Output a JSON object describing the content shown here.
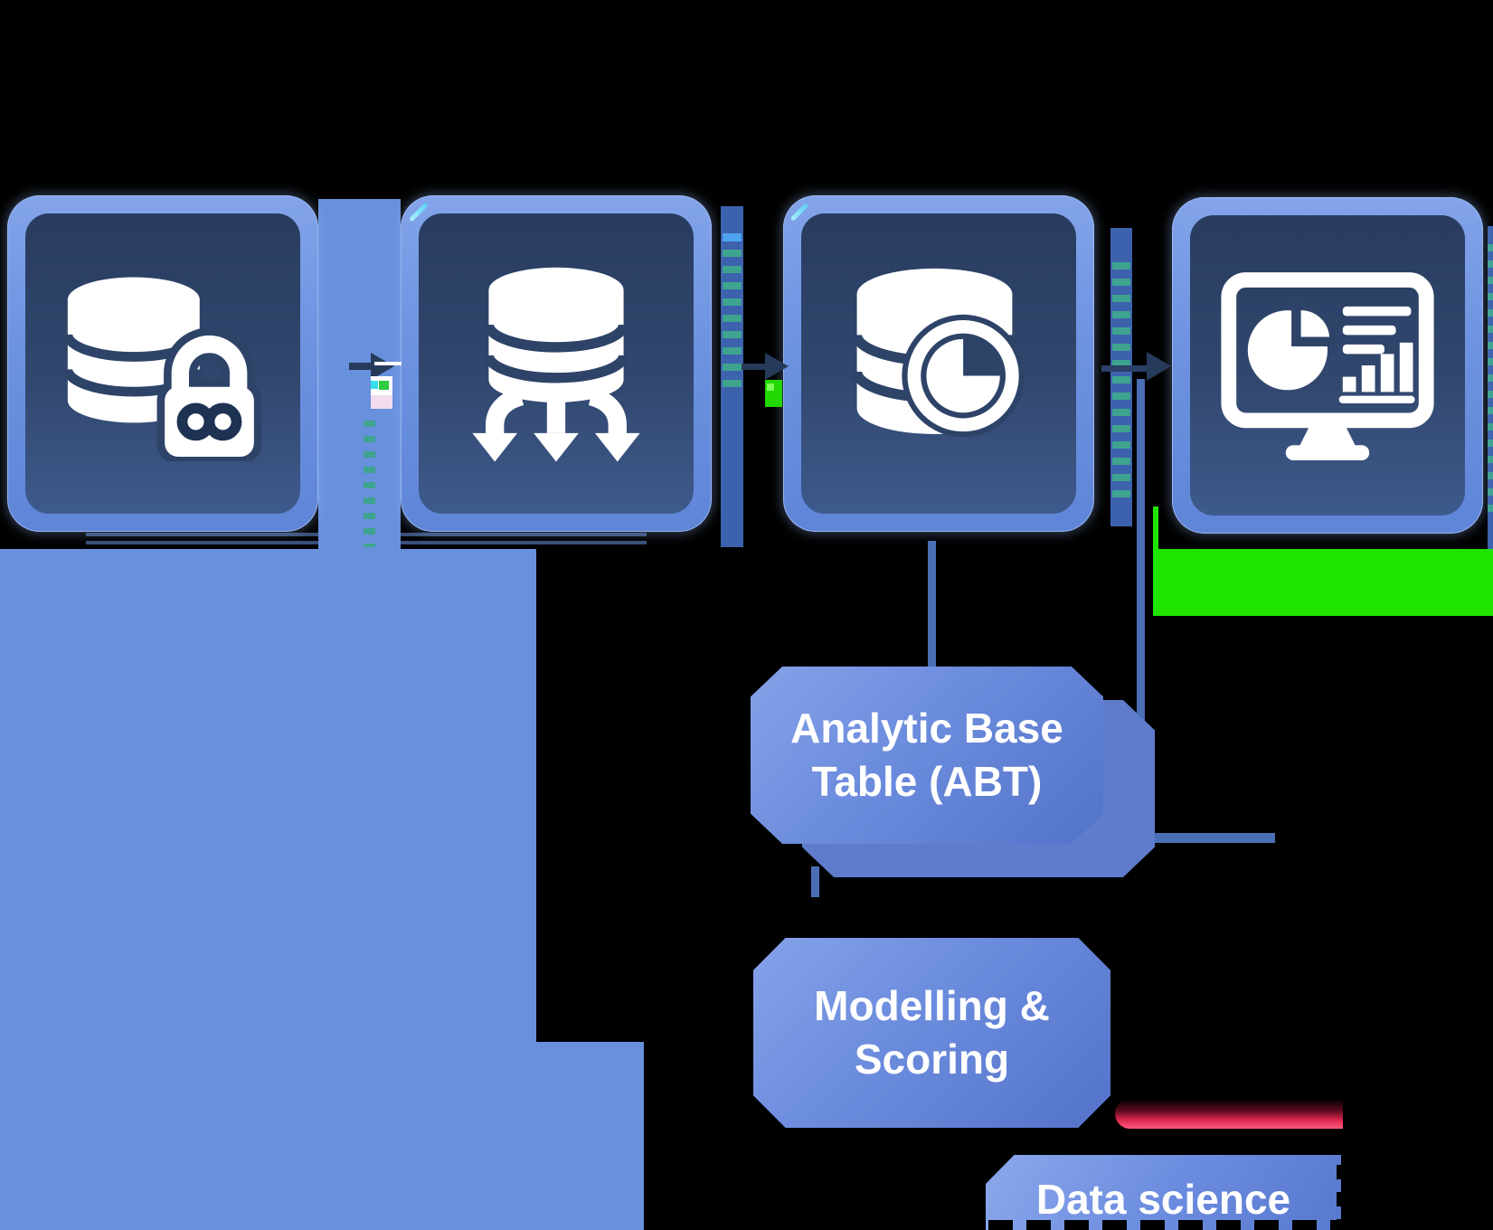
{
  "diagram": {
    "stages": [
      {
        "id": "secure-data-sources",
        "icon": "database-lock-icon"
      },
      {
        "id": "data-distribution",
        "icon": "database-split-arrows-icon"
      },
      {
        "id": "analytic-data-store",
        "icon": "database-pie-chart-icon"
      },
      {
        "id": "reporting-dashboard",
        "icon": "dashboard-monitor-icon"
      }
    ],
    "boxes": {
      "abt_line1": "Analytic Base",
      "abt_line2": "Table (ABT)",
      "modelling_line1": "Modelling &",
      "modelling_line2": "Scoring",
      "data_science": "Data science"
    },
    "colors": {
      "background": "#000000",
      "mass_blue": "#6890DD",
      "square_border": "#6D92E0",
      "square_panel_top": "#283C5F",
      "square_panel_bottom": "#3E5A8C",
      "label_gradient_start": "#85A2E9",
      "label_gradient_end": "#5373C9",
      "label_shadow": "#5E7CCB",
      "connector": "#4A6FB5",
      "flow_arrow": "#263A5A",
      "stripe_teal": "#3EA38F",
      "stripe_column": "#3D62AD",
      "glitch_green": "#1FE400",
      "glitch_pink": "#F4456C",
      "text": "#FFFFFF"
    }
  }
}
